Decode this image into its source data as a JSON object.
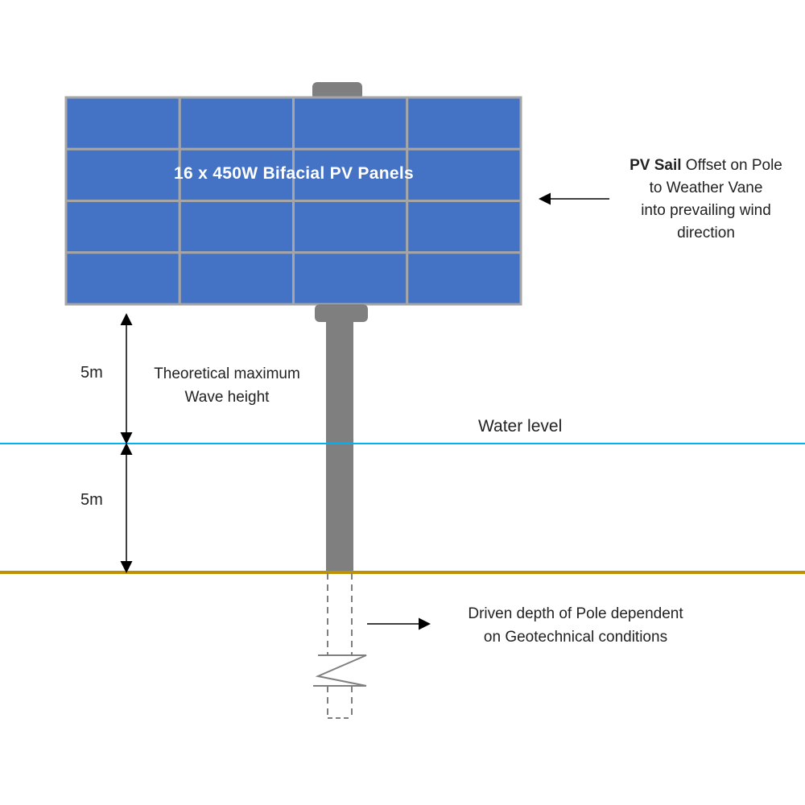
{
  "diagram": {
    "panel_title": "16 x 450W Bifacial PV Panels",
    "sail_note": {
      "bold": "PV Sail",
      "line1_rest": " Offset on Pole",
      "line2": "to Weather Vane",
      "line3": "into prevailing wind",
      "line4": "direction"
    },
    "wave_note": {
      "line1": "Theoretical maximum",
      "line2": "Wave height"
    },
    "dim_upper": "5m",
    "dim_lower": "5m",
    "water_level": "Water level",
    "driven_note": {
      "line1": "Driven depth of Pole dependent",
      "line2": "on Geotechnical conditions"
    },
    "panel_grid": {
      "rows": 4,
      "cols": 4
    }
  },
  "colors": {
    "panel_fill": "#4472c4",
    "panel_grid": "#a6a6a6",
    "pole": "#7f7f7f",
    "water_line": "#00b0f0",
    "seabed_line": "#bf9000",
    "arrow": "#000000"
  }
}
